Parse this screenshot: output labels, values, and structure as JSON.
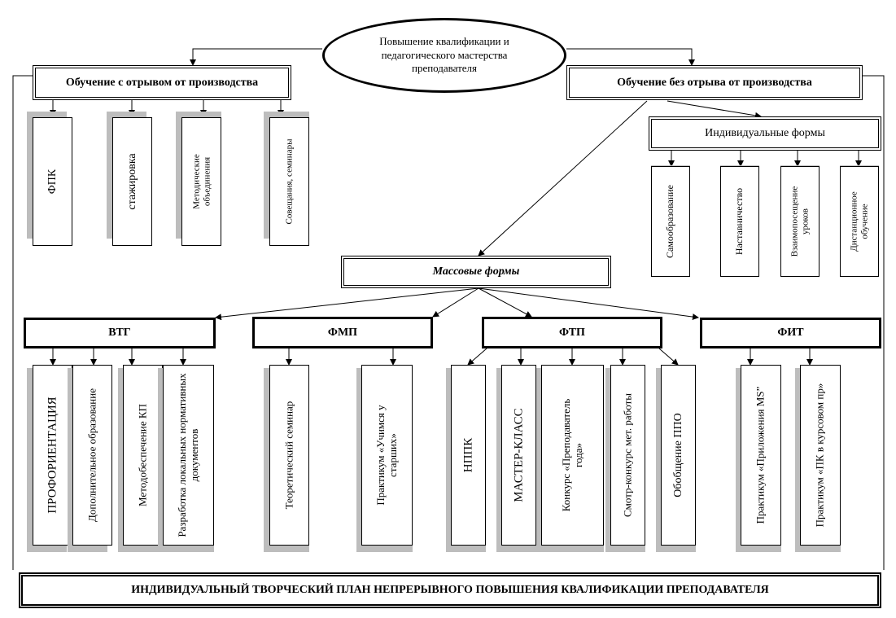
{
  "title": "Повышение квалификации и педагогического мастерства преподавателя",
  "left_branch": {
    "label": "Обучение с отрывом от производства",
    "items": [
      "ФПК",
      "стажировка",
      "Методические объединения",
      "Совещания, семинары"
    ]
  },
  "right_branch": {
    "label": "Обучение без отрыва от производства",
    "individual": {
      "label": "Индивидуальные формы",
      "items": [
        "Самообразование",
        "Наставничество",
        "Взаимопосещение уроков",
        "Дистанционное обучение"
      ]
    }
  },
  "mass": {
    "label": "Массовые формы",
    "groups": [
      {
        "label": "ВТГ",
        "items": [
          "ПРОФОРИЕНТАЦИЯ",
          "Дополнительное образование",
          "Методобеспечение КП",
          "Разработка локальных нормативных документов"
        ]
      },
      {
        "label": "ФМП",
        "items": [
          "Теоретический семинар",
          "Практикум «Учимся у старших»"
        ]
      },
      {
        "label": "ФТП",
        "items": [
          "НППК",
          "МАСТЕР-КЛАСС",
          "Конкурс «Преподаватель года»",
          "Смотр-конкурс мет. работы",
          "Обобщение ППО"
        ]
      },
      {
        "label": "ФИТ",
        "items": [
          "Практикум «Приложения MS”",
          "Практикум «ПК в курсовом пр»"
        ]
      }
    ]
  },
  "footer": "ИНДИВИДУАЛЬНЫЙ ТВОРЧЕСКИЙ ПЛАН НЕПРЕРЫВНОГО ПОВЫШЕНИЯ КВАЛИФИКАЦИИ ПРЕПОДАВАТЕЛЯ"
}
